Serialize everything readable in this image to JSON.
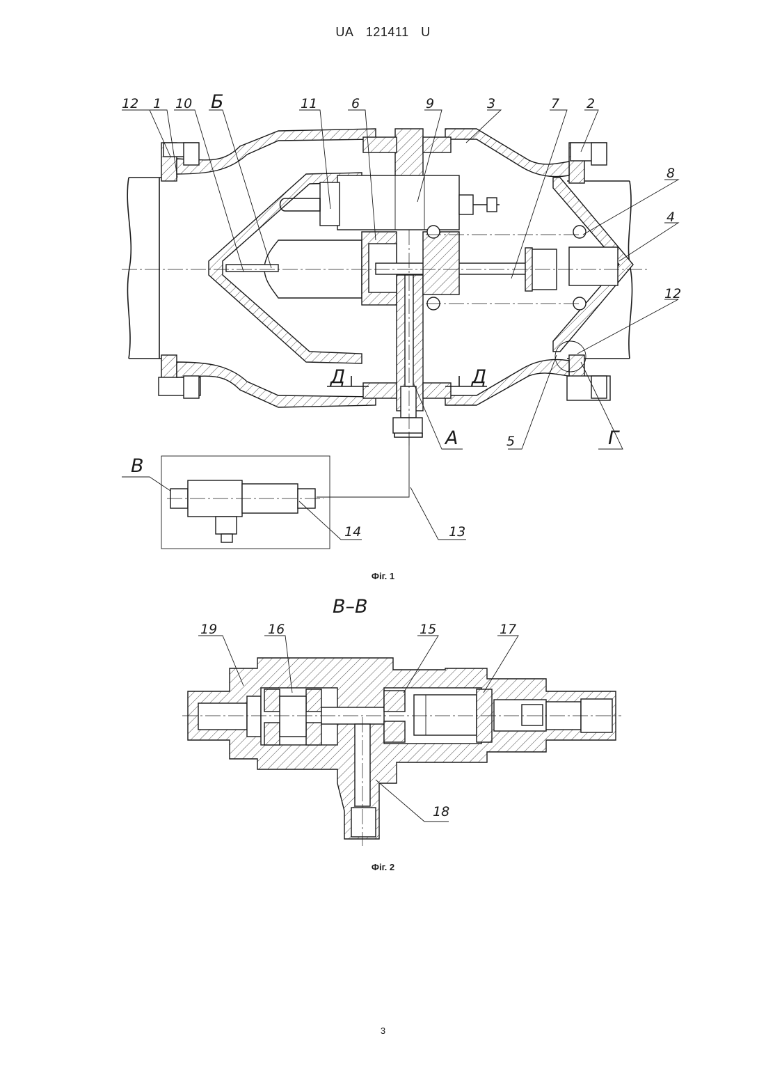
{
  "header": {
    "country": "UA",
    "number": "121411",
    "kind": "U"
  },
  "figure1": {
    "caption": "Фіг. 1",
    "callouts": [
      "12",
      "1",
      "10",
      "Б",
      "11",
      "6",
      "9",
      "3",
      "7",
      "2",
      "8",
      "4",
      "12",
      "Д",
      "Д",
      "А",
      "5",
      "Г",
      "В",
      "14",
      "13"
    ]
  },
  "figure2": {
    "section_title": "В–В",
    "caption": "Фіг. 2",
    "callouts": [
      "19",
      "16",
      "15",
      "17",
      "18"
    ]
  },
  "page_number": "3"
}
